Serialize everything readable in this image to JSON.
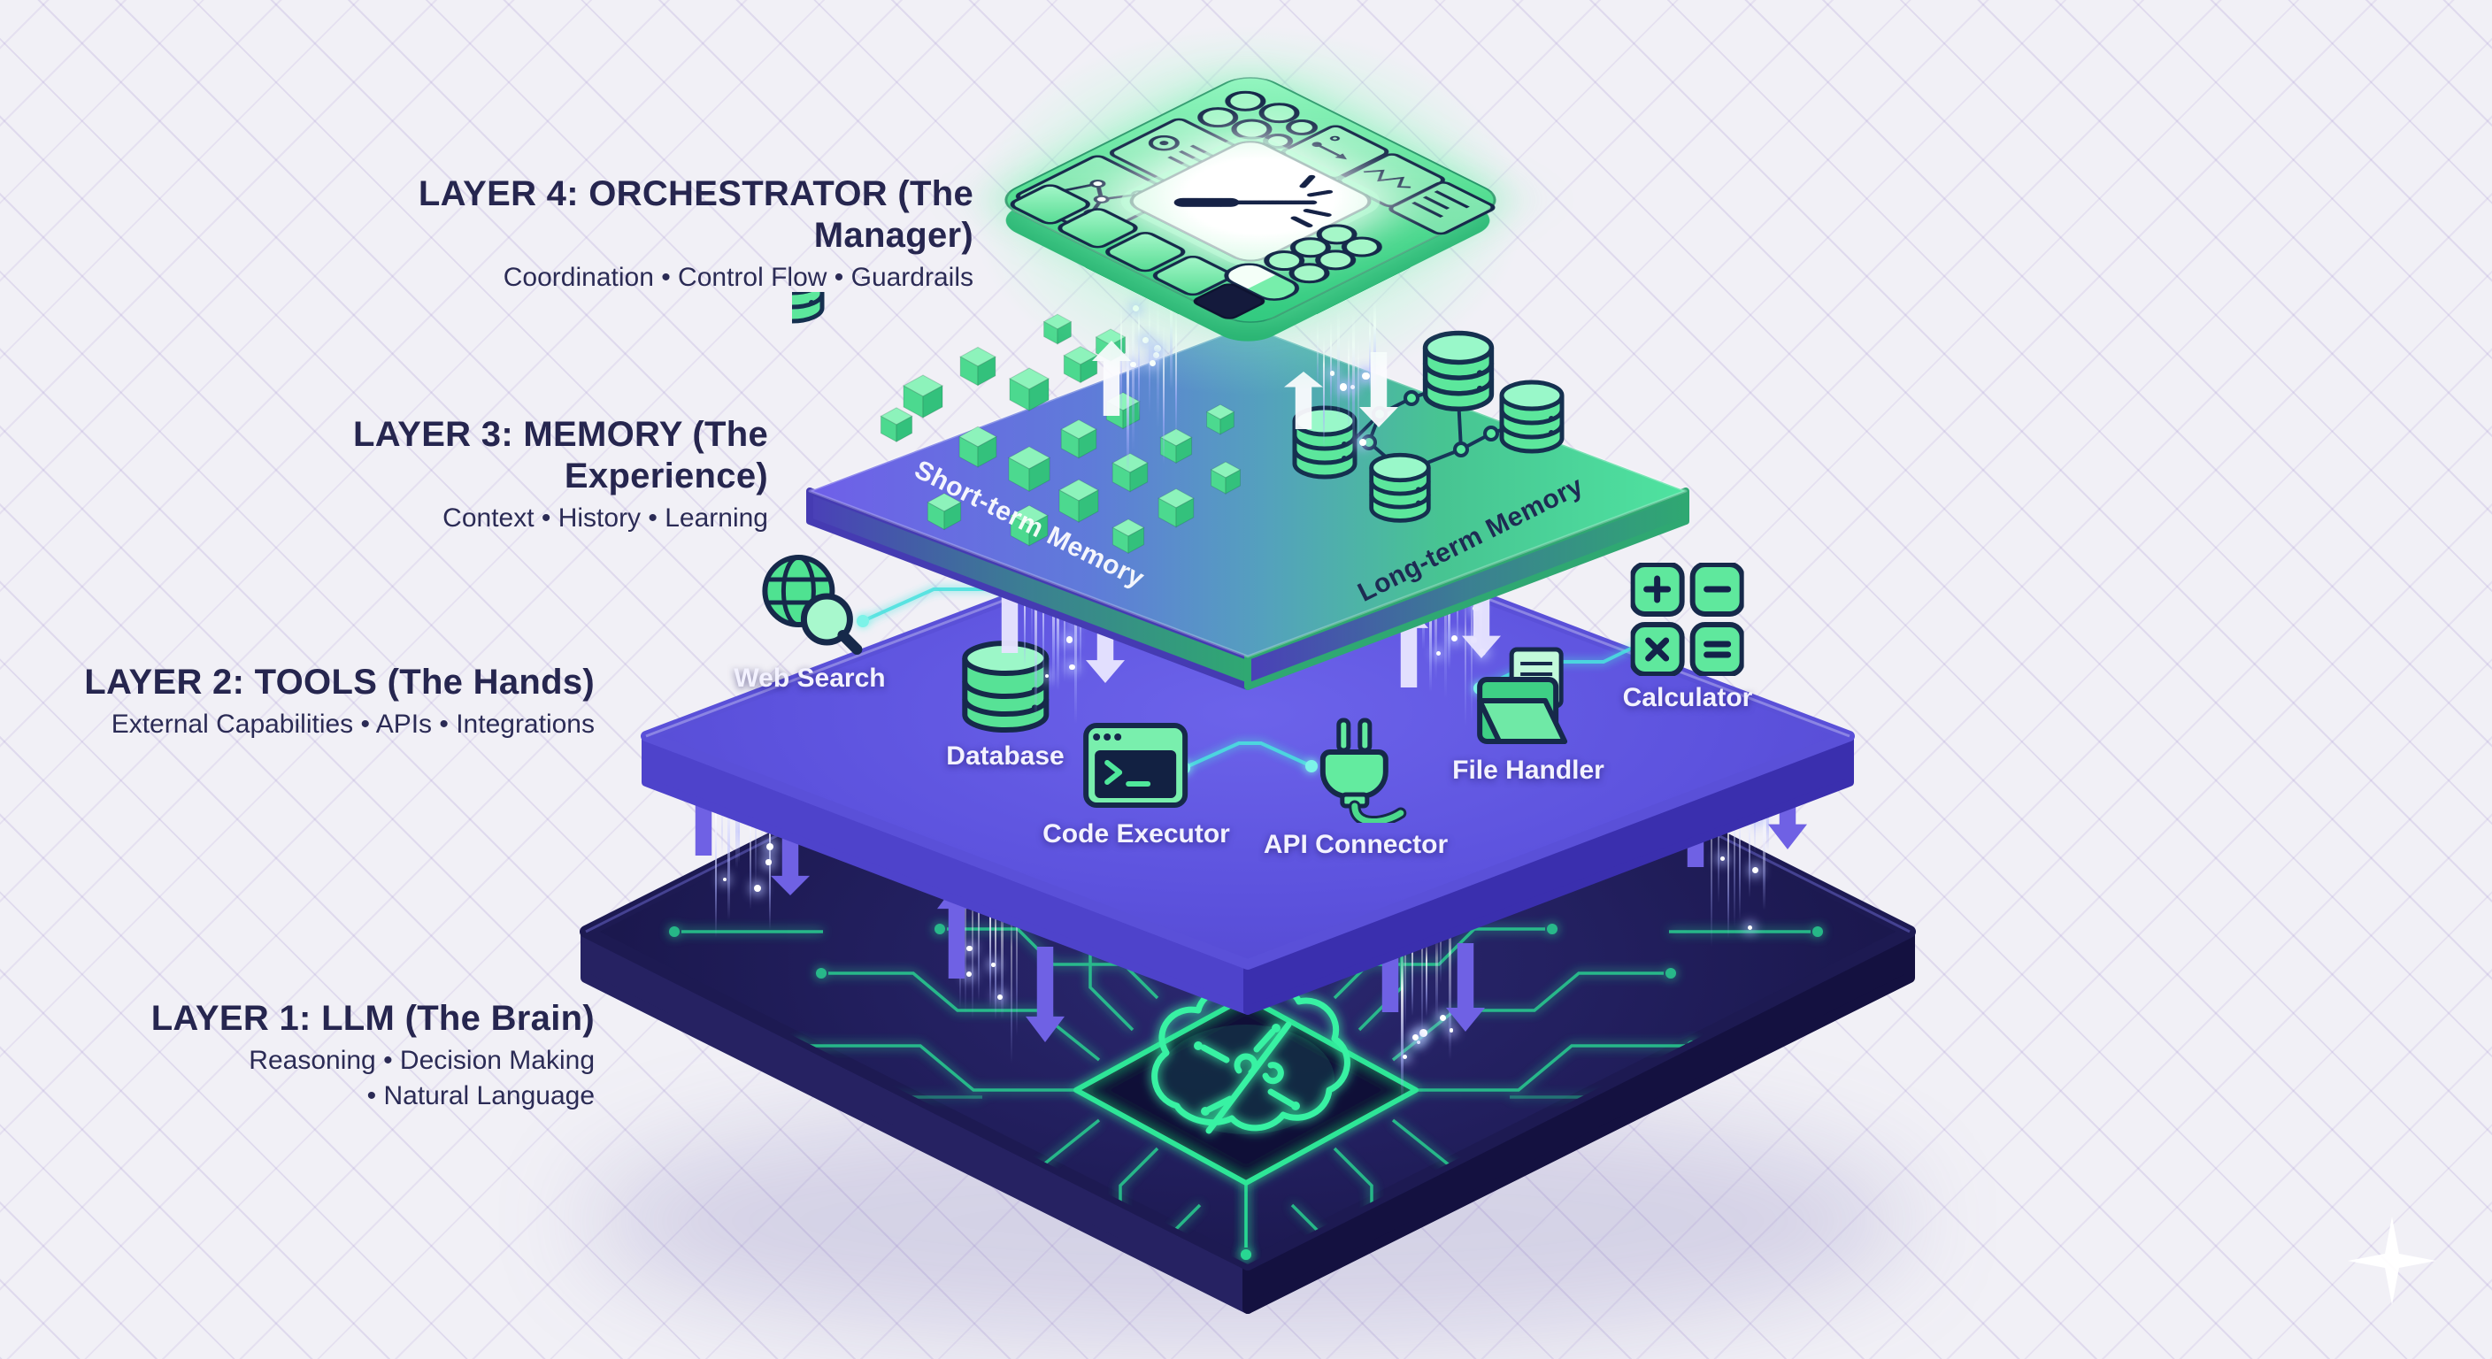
{
  "diagram": {
    "background_color": "#f1f0f6",
    "accent_green": "#4ce28f",
    "accent_indigo": "#5d53dd",
    "accent_navy": "#1c1a4e",
    "accent_cyan": "#49e2df",
    "watermark_icon": "four-point-sparkle-icon"
  },
  "layers": [
    {
      "num": "4",
      "title": "LAYER 4: ORCHESTRATOR (The Manager)",
      "subtitle": "Coordination • Control Flow • Guardrails",
      "icon": "control-panel-chip-icon"
    },
    {
      "num": "3",
      "title": "LAYER 3: MEMORY (The Experience)",
      "subtitle": "Context • History • Learning",
      "zones": [
        {
          "label": "Short-term Memory",
          "icon": "memory-cubes-icon"
        },
        {
          "label": "Long-term Memory",
          "icon": "database-network-icon"
        }
      ]
    },
    {
      "num": "2",
      "title": "LAYER 2: TOOLS (The Hands)",
      "subtitle": "External Capabilities • APIs • Integrations",
      "tools": [
        {
          "label": "Web Search",
          "icon": "globe-magnifier-icon"
        },
        {
          "label": "Database",
          "icon": "database-cylinder-icon"
        },
        {
          "label": "Code Executor",
          "icon": "terminal-window-icon"
        },
        {
          "label": "API Connector",
          "icon": "plug-icon"
        },
        {
          "label": "File Handler",
          "icon": "folder-files-icon"
        },
        {
          "label": "Calculator",
          "icon": "calculator-keys-icon"
        }
      ]
    },
    {
      "num": "1",
      "title": "LAYER 1: LLM (The Brain)",
      "subtitle": "Reasoning • Decision Making",
      "subtitle2": "• Natural Language",
      "icon": "brain-chip-icon"
    }
  ]
}
